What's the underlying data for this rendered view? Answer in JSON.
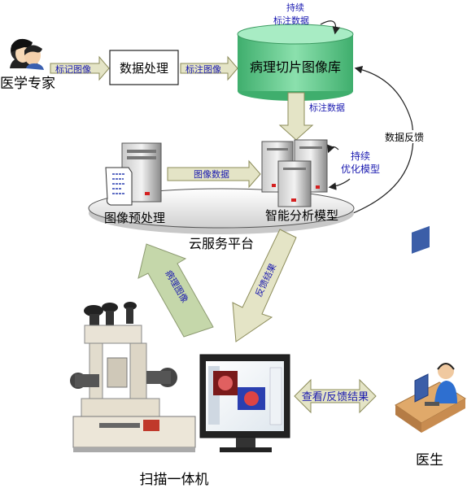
{
  "labels": {
    "expert": "医学专家",
    "label_images": "标记图像",
    "data_processing": "数据处理",
    "annotated_images": "标注图像",
    "pathology_db": "病理切片图像库",
    "continuous": "持续",
    "continuous_annotation": "标注数据",
    "annotation_data": "标注数据",
    "data_feedback": "数据反馈",
    "continuous_opt_1": "持续",
    "continuous_opt_2": "优化模型",
    "image_data": "图像数据",
    "preprocessing": "图像预处理",
    "analysis_model": "智能分析模型",
    "cloud_platform": "云服务平台",
    "pathology_images": "病理图像",
    "feedback_results": "反馈结果",
    "view_feedback": "查看/反馈结果",
    "doctor": "医生",
    "scanner": "扫描一体机"
  },
  "colors": {
    "db_green": "#5fc98a",
    "arrow_fill": "#e4e4c6",
    "arrow_stroke": "#8c8c5a",
    "green_arrow": "#c5d7aa",
    "blue_text": "#1a1ab0",
    "server_gray": "#9a9a9a",
    "led_red": "#d52020"
  }
}
